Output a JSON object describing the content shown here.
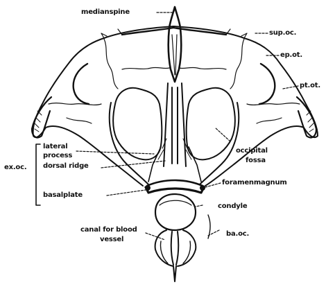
{
  "labels": {
    "median_spine": "medianspine",
    "sup_oc": "sup.oc.",
    "ep_ot": "ep.ot.",
    "pt_ot": "pt.ot.",
    "lateral_process_line1": "lateral",
    "lateral_process_line2": "process",
    "dorsal_ridge": "dorsal ridge",
    "ex_oc": "ex.oc.",
    "basal_plate": "basalplate",
    "occipital_fossa_line1": "occipital",
    "occipital_fossa_line2": "fossa",
    "foramen_magnum": "foramenmagnum",
    "condyle": "condyle",
    "canal_line1": "canal for blood",
    "canal_line2": "vessel",
    "ba_oc": "ba.oc."
  },
  "colors": {
    "ink": "#111111",
    "paper": "#ffffff"
  }
}
